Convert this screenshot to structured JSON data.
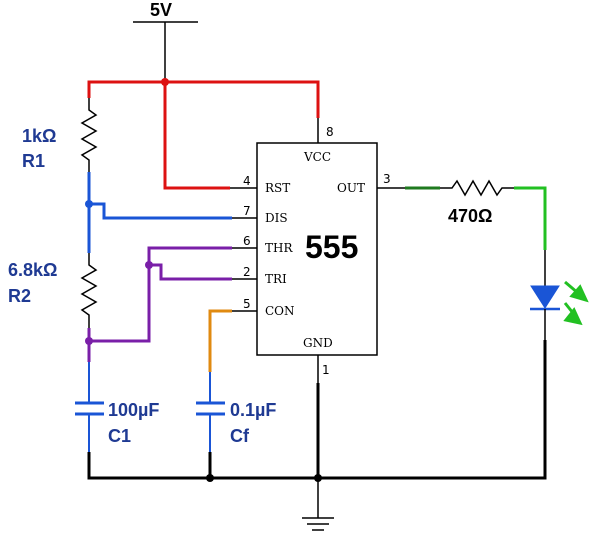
{
  "supply": {
    "label": "5V"
  },
  "chip": {
    "name": "555",
    "pins": {
      "vcc": {
        "label": "VCC",
        "number": "8"
      },
      "rst": {
        "label": "RST",
        "number": "4"
      },
      "dis": {
        "label": "DIS",
        "number": "7"
      },
      "thr": {
        "label": "THR",
        "number": "6"
      },
      "tri": {
        "label": "TRI",
        "number": "2"
      },
      "con": {
        "label": "CON",
        "number": "5"
      },
      "gnd": {
        "label": "GND",
        "number": "1"
      },
      "out": {
        "label": "OUT",
        "number": "3"
      }
    }
  },
  "components": {
    "r1": {
      "value": "1kΩ",
      "ref": "R1"
    },
    "r2": {
      "value": "6.8kΩ",
      "ref": "R2"
    },
    "c1": {
      "value": "100µF",
      "ref": "C1"
    },
    "cf": {
      "value": "0.1µF",
      "ref": "Cf"
    },
    "r_led": {
      "value": "470Ω"
    }
  },
  "colors": {
    "vcc_net": "#dd1111",
    "discharge_net": "#1a55d6",
    "threshold_net": "#7a1fa8",
    "control_net": "#e08a10",
    "output_net": "#1f7a1f",
    "led_net": "#22c022",
    "ground_net": "#000000",
    "label_blue": "#1f3a93"
  }
}
